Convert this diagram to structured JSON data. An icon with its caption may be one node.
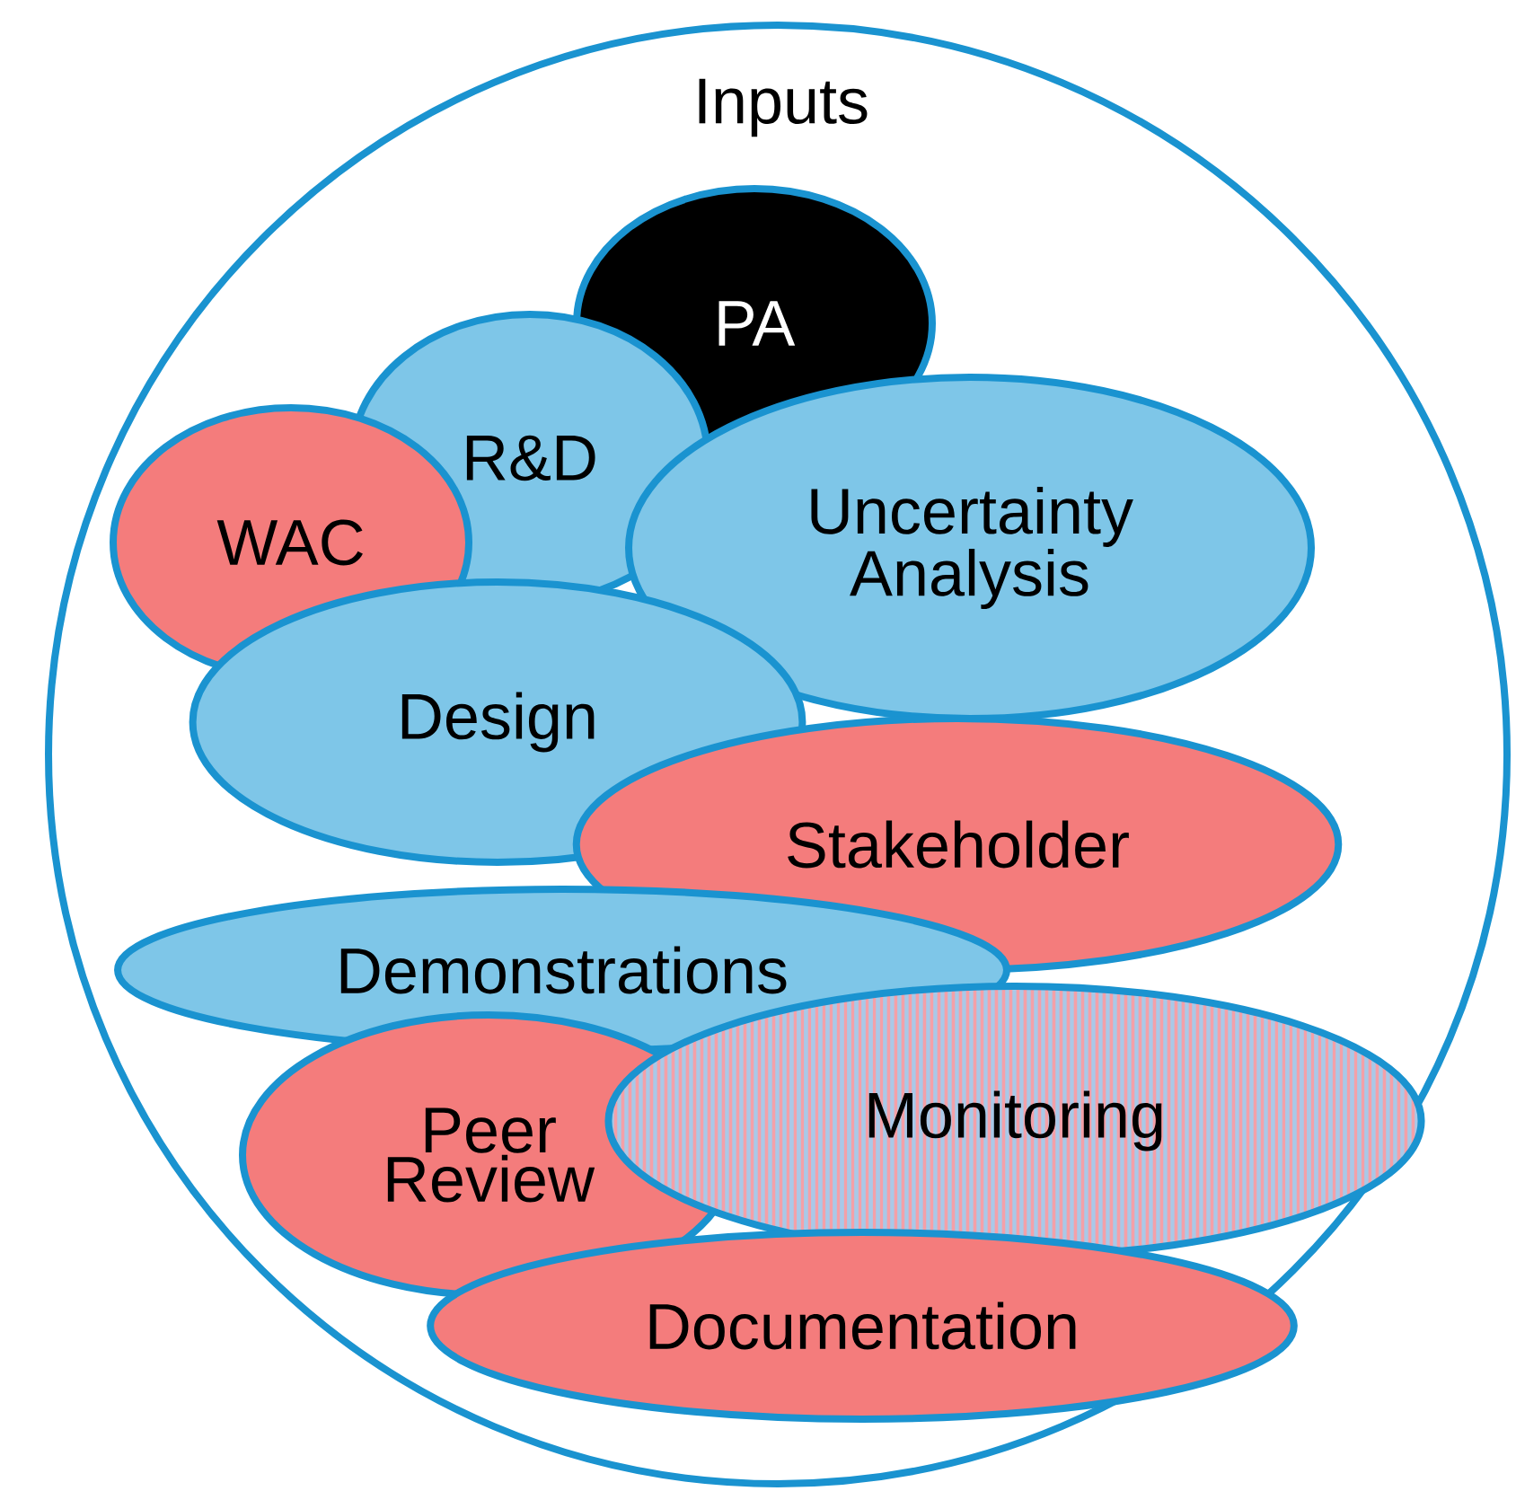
{
  "diagram": {
    "nodes": [
      {
        "text": [
          "Inputs"
        ]
      },
      {
        "text": [
          "PA"
        ],
        "in": 0
      },
      {
        "text": [
          "R&D"
        ],
        "in": 0
      },
      {
        "text": [
          "WAC"
        ],
        "in": 0
      },
      {
        "text": [
          "Uncertainty Analysis"
        ],
        "in": 0
      },
      {
        "text": [
          "Design"
        ],
        "in": 0
      },
      {
        "text": [
          "Stakeholder"
        ],
        "in": 0
      },
      {
        "text": [
          "Demonstrations"
        ],
        "in": 0
      },
      {
        "text": [
          "Peer Review"
        ],
        "in": 0
      },
      {
        "text": [
          "Monitoring"
        ],
        "in": 0
      },
      {
        "text": [
          "Documentation"
        ],
        "in": 0
      }
    ]
  }
}
